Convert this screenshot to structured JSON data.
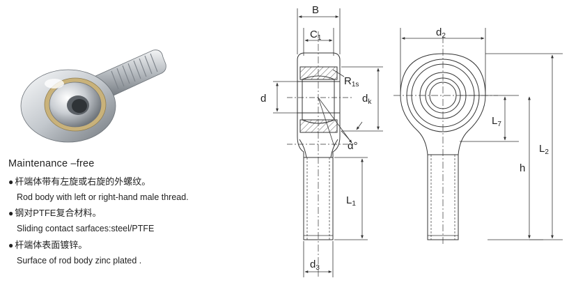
{
  "description": {
    "title": "Maintenance –free",
    "bullet_symbol": "●",
    "items": [
      {
        "cn": "杆端体带有左旋或右旋的外螺纹。",
        "en": "Rod body with left or right-hand male thread."
      },
      {
        "cn": "钢对PTFE复合材料。",
        "en": "Sliding contact sarfaces:steel/PTFE"
      },
      {
        "cn": "杆端体表面镀锌。",
        "en": "Surface of rod body zinc plated ."
      }
    ]
  },
  "dimensions": {
    "B": "B",
    "C1": {
      "base": "C",
      "sub": "1"
    },
    "R1s": {
      "base": "R",
      "sub": "1s"
    },
    "d": "d",
    "dk": {
      "base": "d",
      "sub": "k"
    },
    "alpha": "α°",
    "L1": {
      "base": "L",
      "sub": "1"
    },
    "d3": {
      "base": "d",
      "sub": "3"
    },
    "d2": {
      "base": "d",
      "sub": "2"
    },
    "L7": {
      "base": "L",
      "sub": "7"
    },
    "h": "h",
    "L2": {
      "base": "L",
      "sub": "2"
    }
  },
  "colors": {
    "line": "#333333",
    "hatch": "#555555",
    "bearing_liner": "#c9b27a",
    "metal_light": "#eef0f2",
    "metal_dark": "#7d8389"
  }
}
